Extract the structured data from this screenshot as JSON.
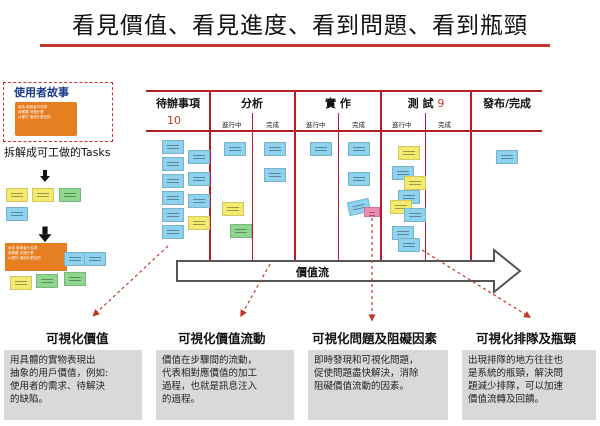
{
  "title": "看見價值、看見進度、看到問題、看到瓶頸",
  "story": {
    "title": "使用者故事",
    "card_lines": [
      "身為 使用者代名詞",
      "我需要 可做什麼",
      "以便於 達成什麼目的"
    ],
    "breakdown_label": "拆解成可工做的Tasks"
  },
  "board": {
    "columns": [
      {
        "label": "待辦事項",
        "count": "10"
      },
      {
        "label": "分析",
        "count": ""
      },
      {
        "label": "實 作",
        "count": ""
      },
      {
        "label": "測 試",
        "count": "9"
      },
      {
        "label": "發布/完成",
        "count": ""
      }
    ],
    "sub_labels": {
      "analysis_doing": "進行中",
      "analysis_done": "完成",
      "impl_doing": "進行中",
      "impl_done": "完成",
      "test_doing": "進行中",
      "test_done": "完成"
    },
    "flow_label": "價值流"
  },
  "captions": [
    {
      "title": "可視化價值",
      "lines": [
        "用具體的實物表現出",
        "抽象的用戶價值，例如:",
        "使用者的需求、待解決",
        "的缺陷。"
      ]
    },
    {
      "title": "可視化價值流動",
      "lines": [
        "價值在步驟間的流動，",
        "代表相對應價值的加工",
        "過程，也就是訊息注入",
        "的過程。"
      ]
    },
    {
      "title": "可視化問題及阻礙因素",
      "lines": [
        "即時發現和可視化問題，",
        "促使問題盡快解決，消除",
        "阻礙價值流動的因素。"
      ]
    },
    {
      "title": "可視化排隊及瓶頸",
      "lines": [
        "出現排隊的地方往往也",
        "是系統的瓶頸，解決問",
        "題減少排隊，可以加速",
        "價值流轉及回饋。"
      ]
    }
  ],
  "colors": {
    "accent": "#b71c2a",
    "story_card": "#e67e22",
    "caption_bg": "#d9d9d9"
  }
}
